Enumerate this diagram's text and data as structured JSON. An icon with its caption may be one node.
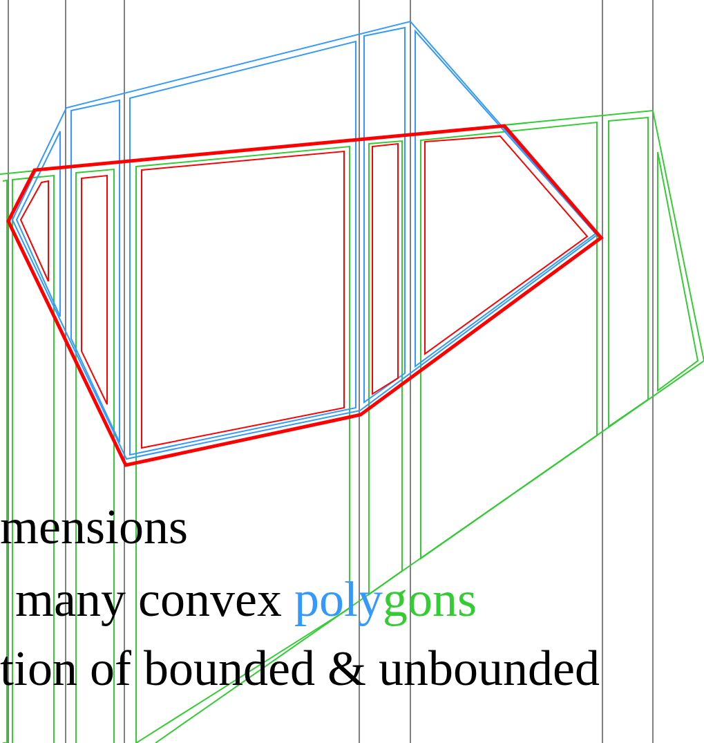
{
  "diagram": {
    "labels": [
      "mensions",
      "many convex polygons",
      "tion of bounded & unbounded"
    ]
  }
}
